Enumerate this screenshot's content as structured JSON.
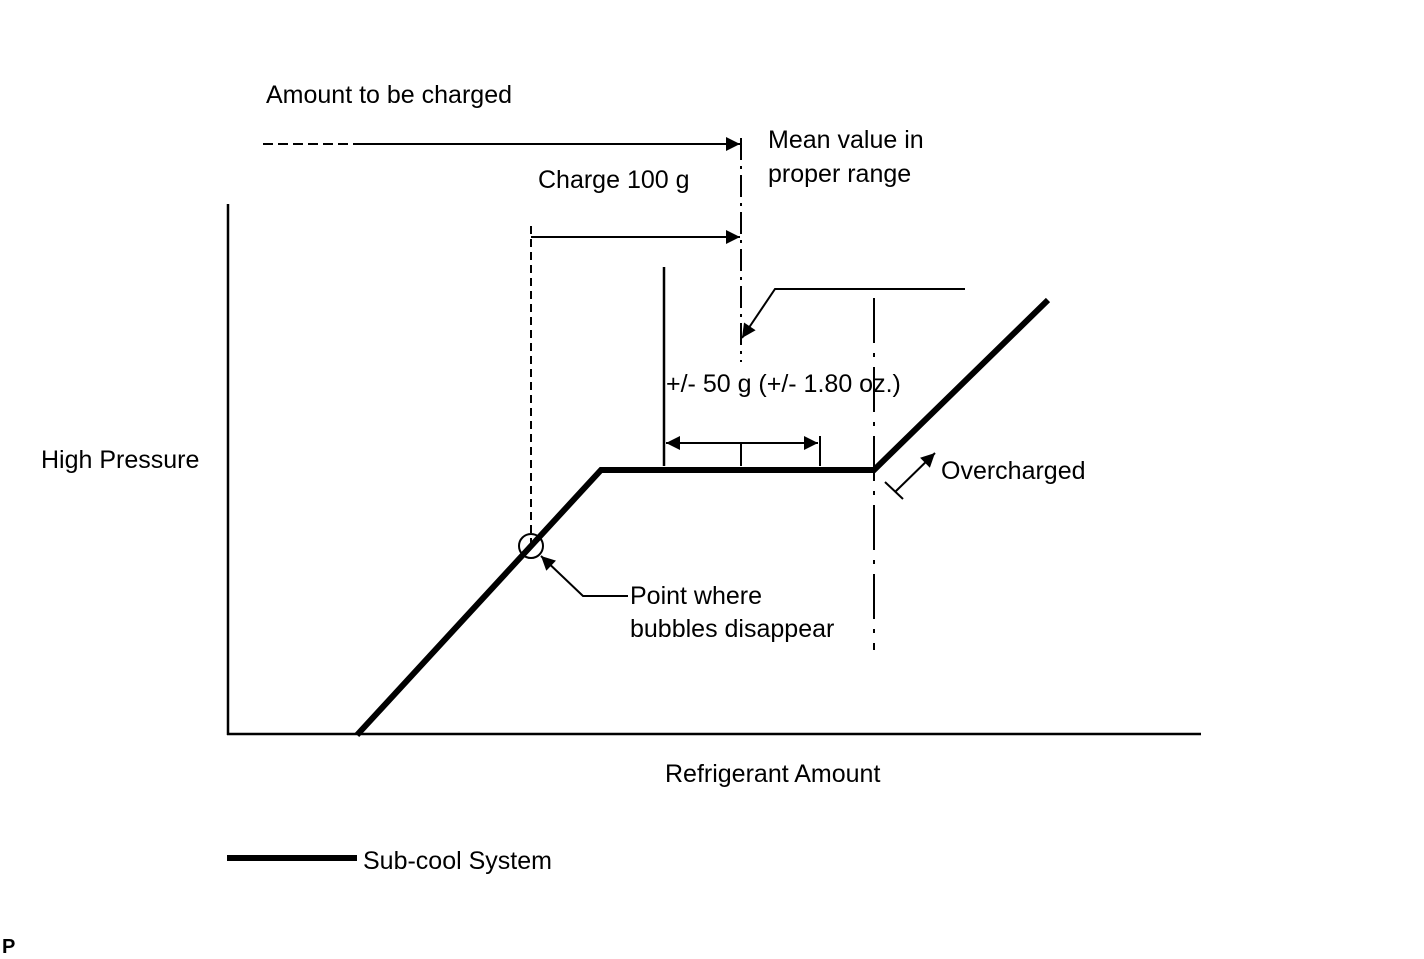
{
  "labels": {
    "amount_to_be_charged": "Amount to be charged",
    "mean_value_line1": "Mean value in",
    "mean_value_line2": "proper range",
    "charge": "Charge 100 g",
    "tolerance": "+/- 50 g (+/- 1.80 oz.)",
    "overcharged": "Overcharged",
    "bubbles_line1": "Point where",
    "bubbles_line2": "bubbles disappear",
    "y_axis": "High Pressure",
    "x_axis": "Refrigerant Amount",
    "legend": "Sub-cool System",
    "corner_mark": "P"
  },
  "colors": {
    "ink": "#000000",
    "background": "#ffffff"
  }
}
